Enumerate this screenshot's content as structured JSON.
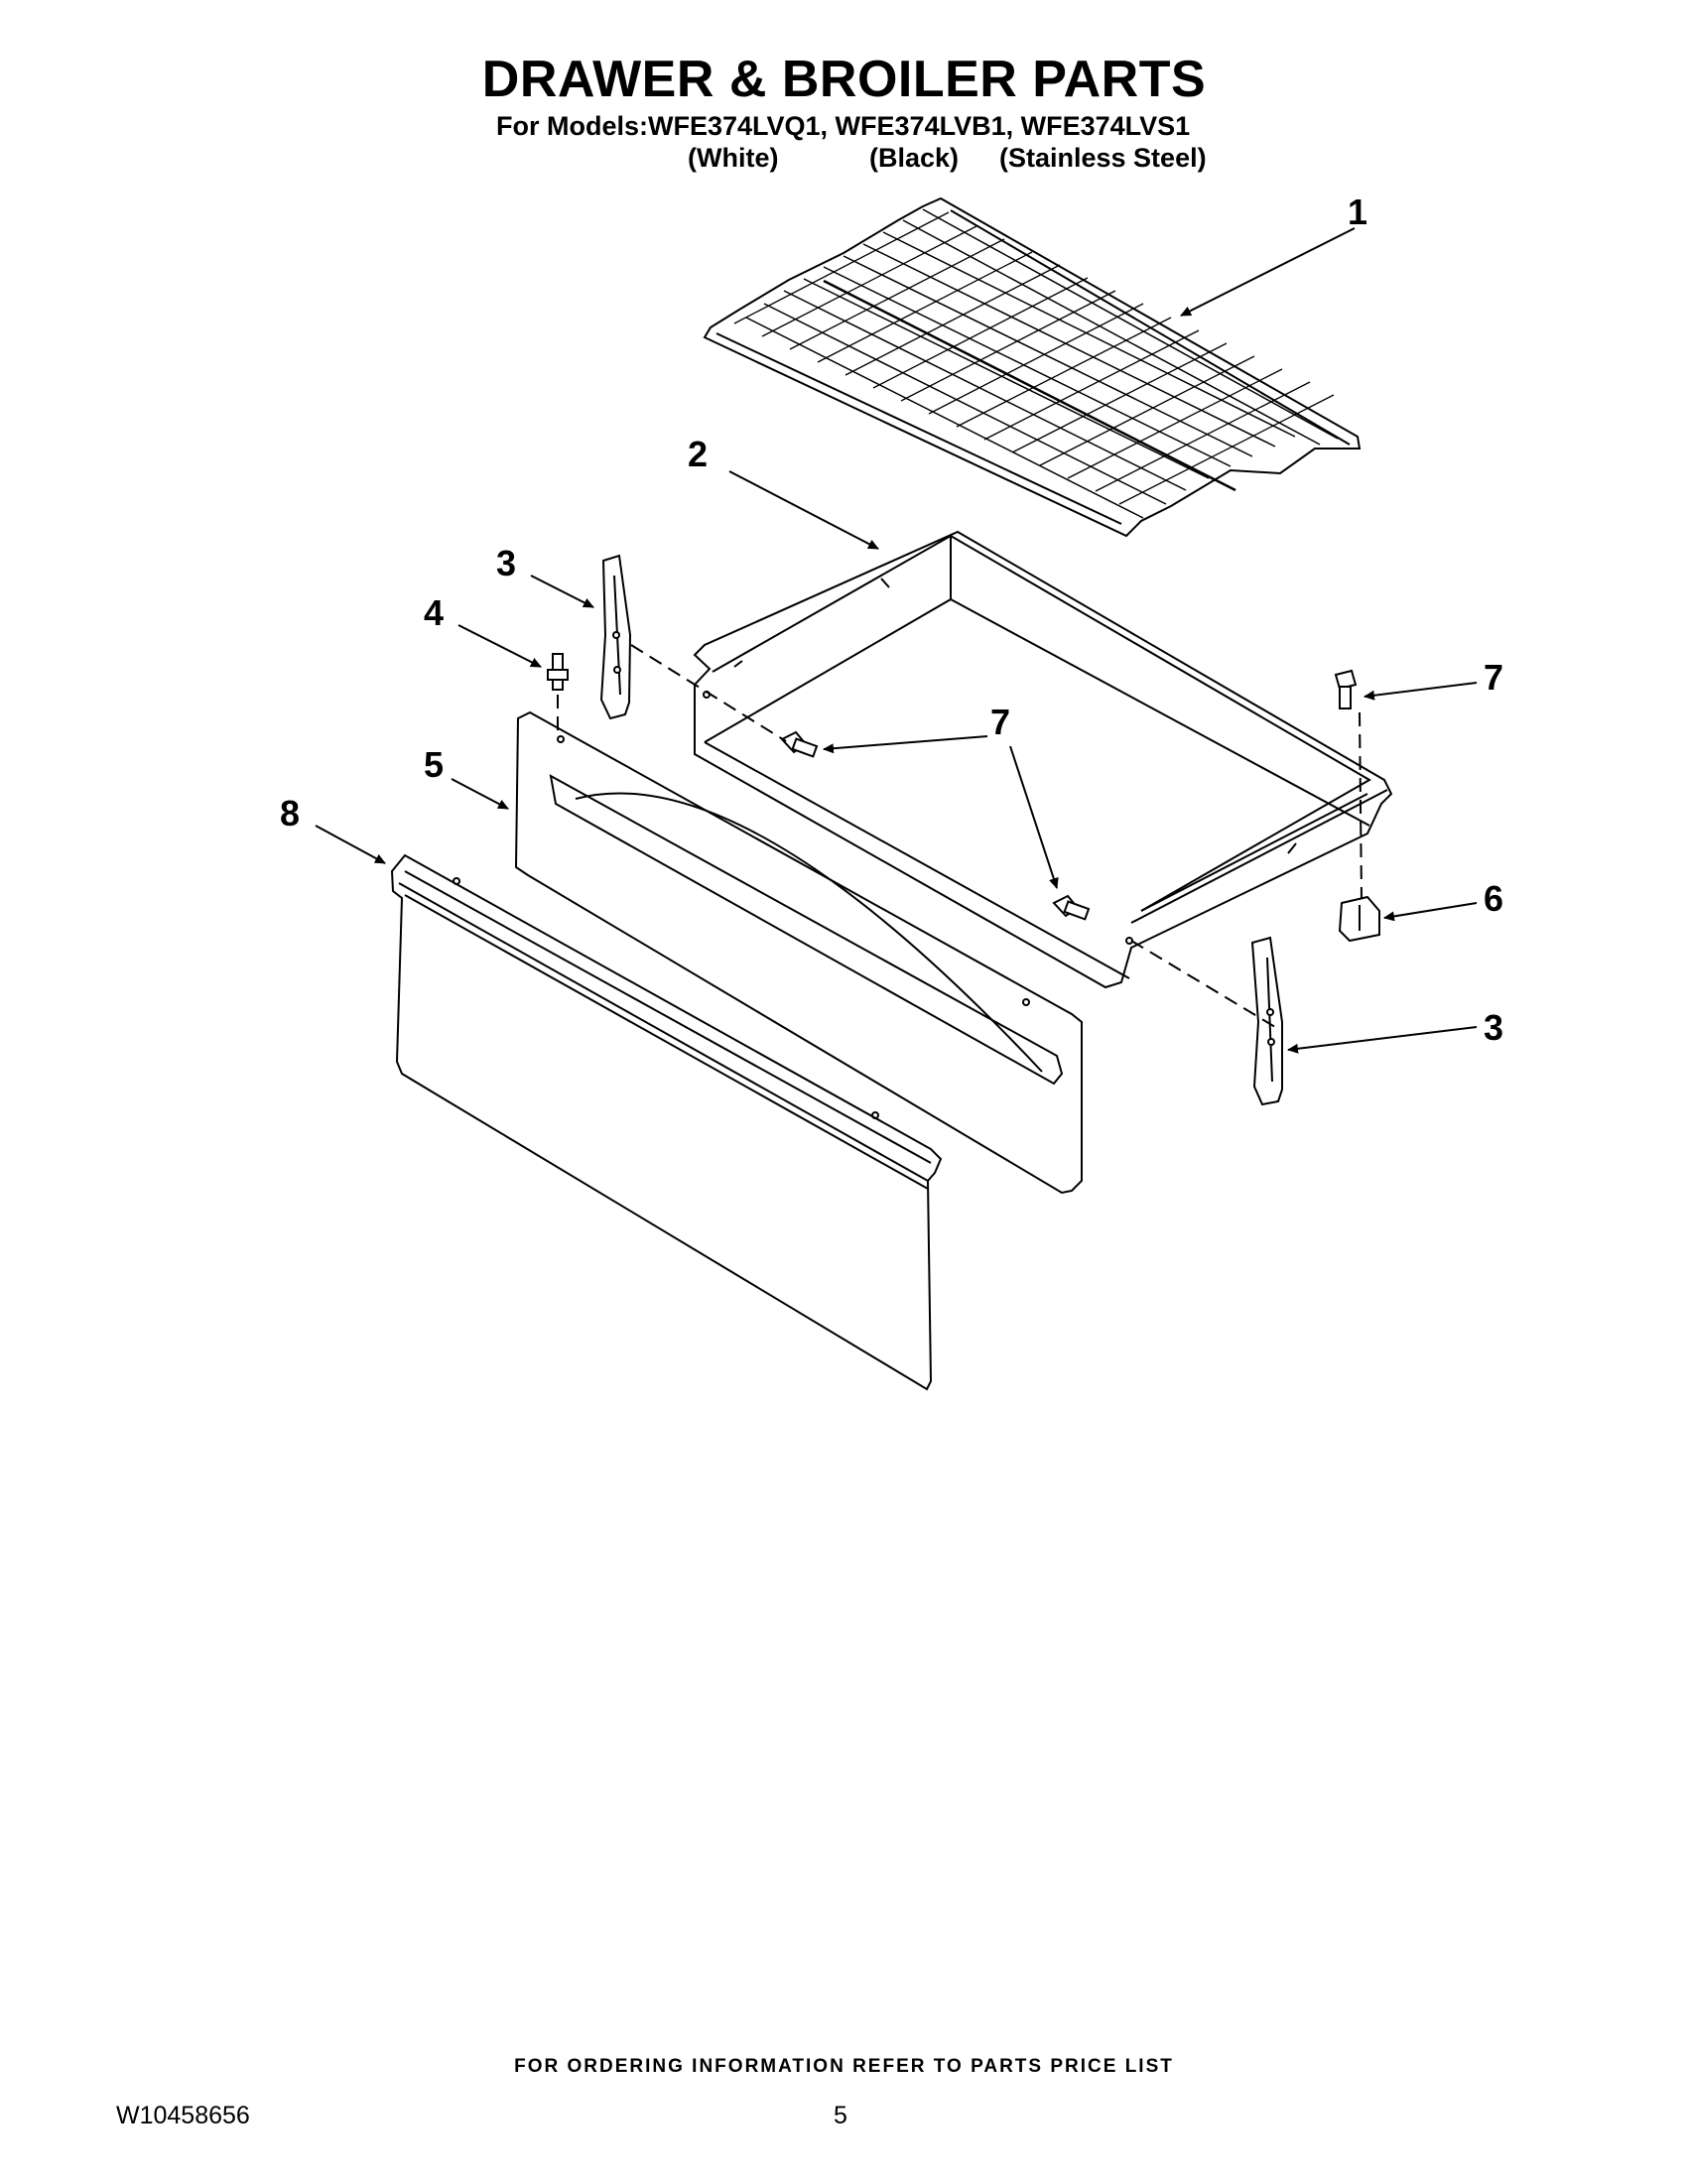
{
  "header": {
    "title": "DRAWER & BROILER PARTS",
    "models_line": "For Models:WFE374LVQ1, WFE374LVB1, WFE374LVS1",
    "variants": [
      "(White)",
      "(Black)",
      "(Stainless Steel)"
    ]
  },
  "callouts": {
    "c1": "1",
    "c2": "2",
    "c3a": "3",
    "c3b": "3",
    "c4": "4",
    "c5": "5",
    "c6": "6",
    "c7a": "7",
    "c7b": "7",
    "c8": "8"
  },
  "parts_icons": {
    "broiler_pan_grid": "broiler-grid-icon",
    "drawer": "drawer-icon",
    "glide": "drawer-glide-icon",
    "pin": "pin-icon",
    "drawer_panel": "drawer-panel-icon",
    "clip": "clip-icon",
    "screw": "screw-icon",
    "drawer_front": "drawer-front-icon"
  },
  "footer": {
    "note": "FOR ORDERING INFORMATION REFER TO PARTS PRICE LIST",
    "doc_number": "W10458656",
    "page_number": "5"
  }
}
